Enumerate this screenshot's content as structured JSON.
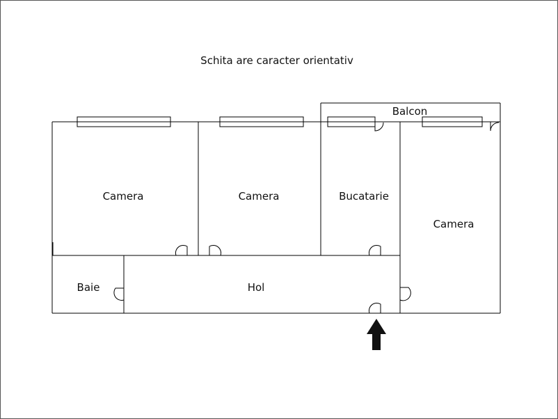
{
  "title": "Schita are caracter orientativ",
  "rooms": {
    "camera1": "Camera",
    "camera2": "Camera",
    "bucatarie": "Bucatarie",
    "camera3": "Camera",
    "balcon": "Balcon",
    "baie": "Baie",
    "hol": "Hol"
  },
  "entrance_icon": "up-arrow-icon",
  "colors": {
    "lines": "#000000",
    "background": "#ffffff",
    "arrow": "#111111"
  }
}
